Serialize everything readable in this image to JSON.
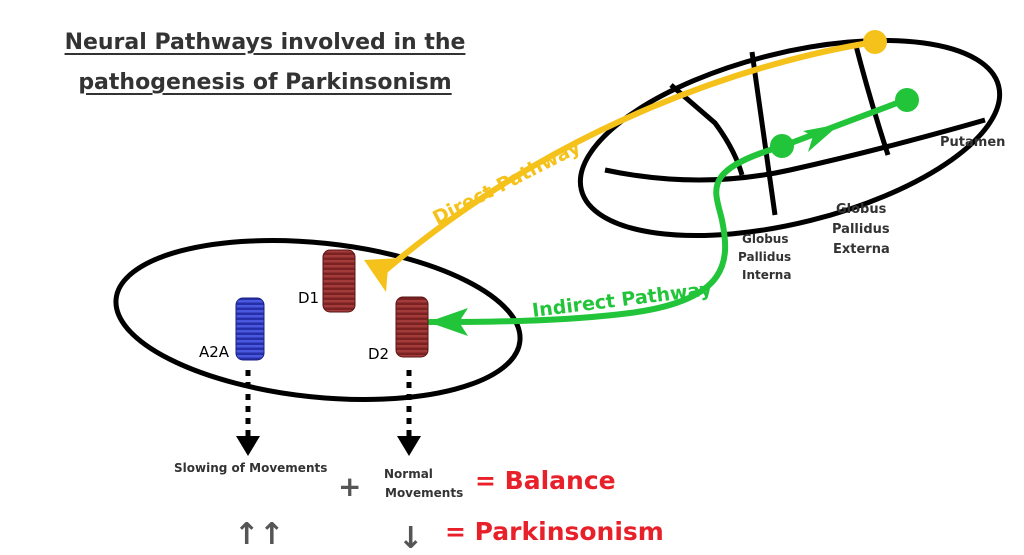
{
  "title": {
    "line1": "Neural Pathways involved in the",
    "line2": "pathogenesis of Parkinsonism"
  },
  "pathways": {
    "direct": "Direct Pathway",
    "indirect": "Indirect Pathway"
  },
  "regions": {
    "putamen": "Putamen",
    "gpe": [
      "Globus",
      "Pallidus",
      "Externa"
    ],
    "gpi": [
      "Globus",
      "Pallidus",
      "Interna"
    ]
  },
  "receptors": {
    "d1": "D1",
    "d2": "D2",
    "a2a": "A2A"
  },
  "outcomes": {
    "slowing": "Slowing of Movements",
    "normal": [
      "Normal",
      "Movements"
    ],
    "plus": "+",
    "balance": "= Balance",
    "up_arrows": "↑↑",
    "down_arrow": "↓",
    "parkinsonism": "= Parkinsonism"
  },
  "colors": {
    "direct": "#F5C21B",
    "indirect": "#22C43A",
    "receptor_red": "#8B2A2A",
    "receptor_blue": "#3340C8",
    "emphasis_red": "#E8202A",
    "outline": "#000000",
    "gray_text": "#555555"
  }
}
